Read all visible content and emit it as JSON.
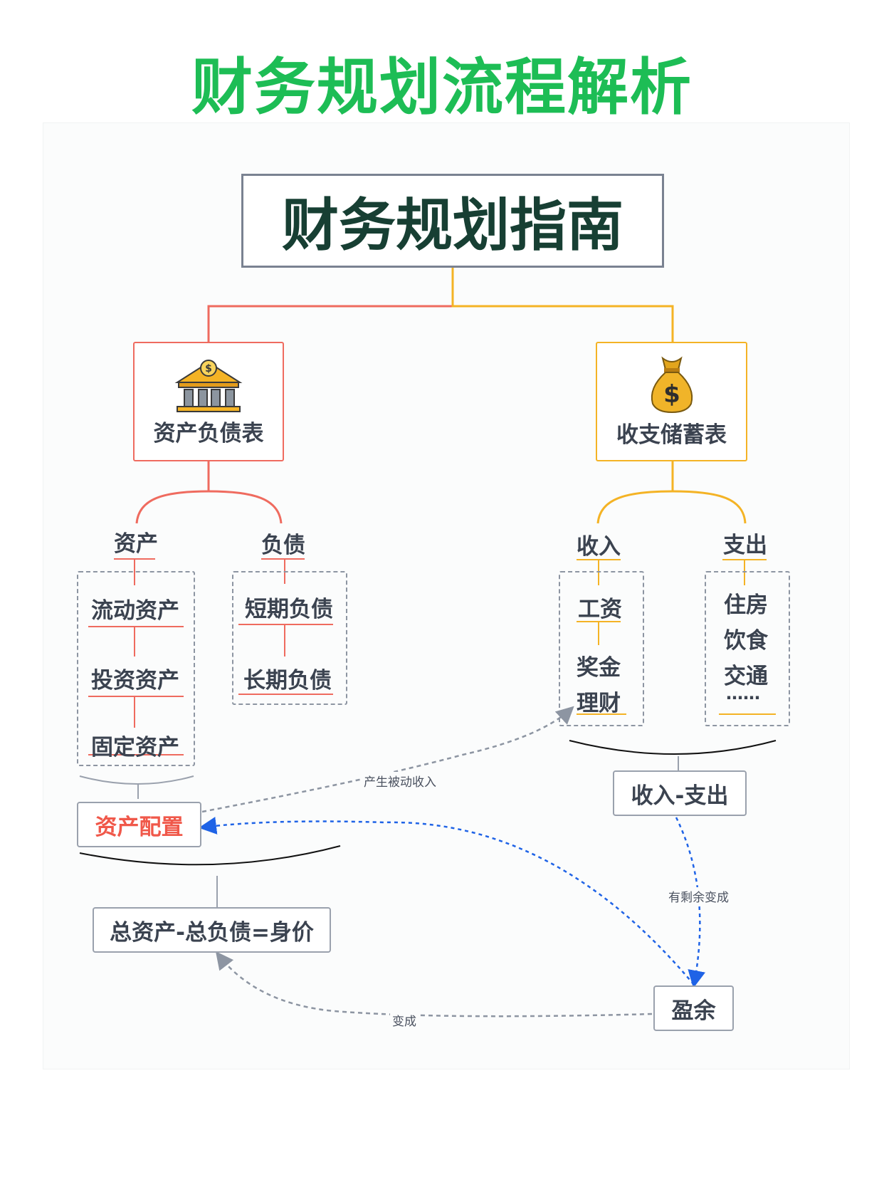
{
  "page_title": "财务规划流程解析",
  "main_title": "财务规划指南",
  "balance_sheet": {
    "label": "资产负债表",
    "icon": "bank-icon",
    "assets_label": "资产",
    "liabilities_label": "负债",
    "assets": [
      "流动资产",
      "投资资产",
      "固定资产"
    ],
    "liabilities": [
      "短期负债",
      "长期负债"
    ],
    "allocation_label": "资产配置",
    "net_worth_label": "总资产-总负债=身价"
  },
  "cashflow_sheet": {
    "label": "收支储蓄表",
    "icon": "money-bag-icon",
    "income_label": "收入",
    "expense_label": "支出",
    "income": [
      "工资",
      "奖金",
      "理财"
    ],
    "expenses": [
      "住房",
      "饮食",
      "交通",
      "……"
    ],
    "difference_label": "收入-支出",
    "surplus_label": "盈余"
  },
  "edges": {
    "passive_income": "产生被动收入",
    "surplus_becomes": "有剩余变成",
    "becomes": "变成"
  },
  "colors": {
    "title_green": "#1dbd55",
    "left_branch": "#ef6b5f",
    "right_branch": "#f4b325",
    "blue_arrow": "#1f63e6",
    "gray_dash": "#8d95a2"
  }
}
